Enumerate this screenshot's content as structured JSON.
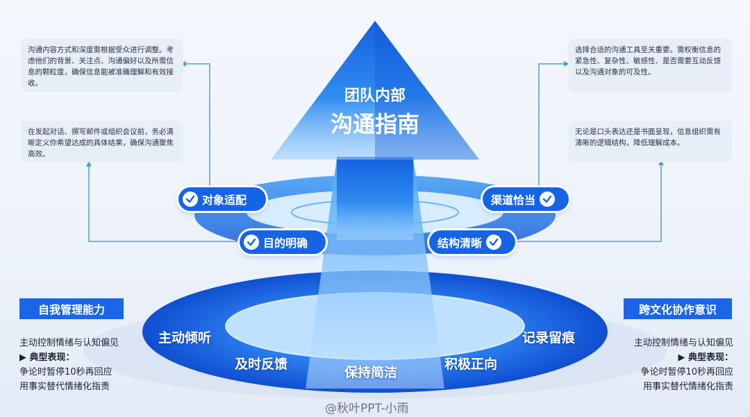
{
  "center": {
    "line1": "团队内部",
    "line2": "沟通指南"
  },
  "pills": {
    "top_left": "对象适配",
    "top_right": "渠道恰当",
    "bottom_left": "目的明确",
    "bottom_right": "结构清晰"
  },
  "notes": {
    "top_left": "沟通内容方式和深度需根据受众进行调整。考虑他们的背景、关注点、沟通偏好以及所需信息的颗粒度，确保信息能被准确理解和有效接收。",
    "mid_left": "在发起对话、撰写邮件或组织会议前，务必清晰定义你希望达成的具体结果，确保沟通聚焦高效。",
    "top_right": "选择合适的沟通工具至关重要。需权衡信息的紧急性、复杂性、敏感性、是否需要互动反馈以及沟通对象的可及性。",
    "mid_right": "无论是口头表达还是书面呈现，信息组织需有清晰的逻辑结构，降低理解成本。"
  },
  "left_panel": {
    "title": "自我管理能力",
    "line1": "主动控制情绪与认知偏见",
    "line2": "▶ 典型表现：",
    "line3": "争论时暂停10秒再回应",
    "line4": "用事实替代情绪化指责"
  },
  "right_panel": {
    "title": "跨文化协作意识",
    "line1": "主动控制情绪与认知偏见",
    "line2": "▶ 典型表现：",
    "line3": "争论时暂停10秒再回应",
    "line4": "用事实替代情绪化指责"
  },
  "ring_labels": {
    "a": "主动倾听",
    "b": "及时反馈",
    "c": "保持简洁",
    "d": "积极正向",
    "e": "记录留痕"
  },
  "watermark": "@秋叶PPT-小雨",
  "colors": {
    "primary": "#1664e6",
    "note_bg": "#e8eef8",
    "connector": "#4a9fd8"
  }
}
